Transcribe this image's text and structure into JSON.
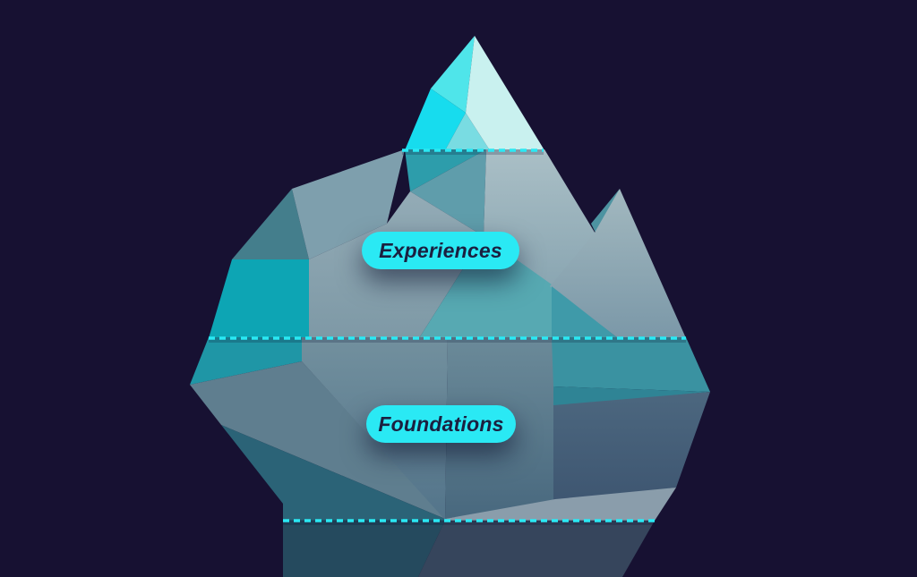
{
  "page": {
    "background_color": "#171132"
  },
  "iceberg": {
    "accent_color": "#2ae9f4",
    "label_text_color": "#1b2040",
    "waterline_style": "dashed",
    "labels": [
      {
        "text": "Experiences"
      },
      {
        "text": "Foundations"
      }
    ],
    "palette": {
      "tip_bright_cyan": "#17dcee",
      "tip_pale_mint": "#c9f1ef",
      "teal_block": "#0da5b4",
      "slate_light": "#a2b8bf",
      "slate_mid": "#72909e",
      "slate_dark": "#36455c",
      "teal_deep": "#254a5e"
    }
  }
}
